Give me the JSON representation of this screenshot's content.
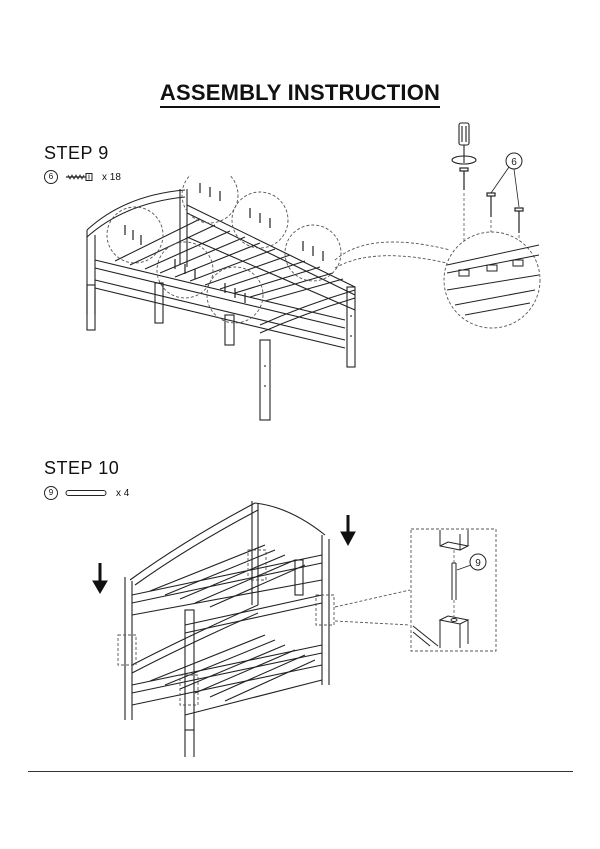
{
  "page": {
    "title": "ASSEMBLY INSTRUCTION"
  },
  "steps": [
    {
      "label": "STEP 9",
      "part_number": "6",
      "part_icon": "screw-icon",
      "quantity": "x 18",
      "detail_callout": "6"
    },
    {
      "label": "STEP 10",
      "part_number": "9",
      "part_icon": "dowel-pin-icon",
      "quantity": "x 4",
      "detail_callout": "9"
    }
  ],
  "colors": {
    "line": "#222222",
    "dash": "#555555"
  }
}
